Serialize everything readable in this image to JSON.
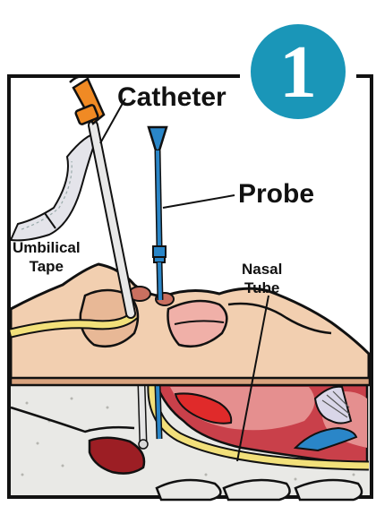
{
  "step_badge": {
    "number": "1",
    "color": "#1a96b8"
  },
  "labels": {
    "catheter": "Catheter",
    "probe": "Probe",
    "umbilical_tape_line1": "Umbilical",
    "umbilical_tape_line2": "Tape",
    "nasal_tube_line1": "Nasal",
    "nasal_tube_line2": "Tube"
  },
  "colors": {
    "probe": "#2a86c8",
    "catheter_hub": "#f08a24",
    "nasal_tube": "#f2e07a",
    "skin": "#f2cfb0",
    "tissue": "#c9404a"
  }
}
